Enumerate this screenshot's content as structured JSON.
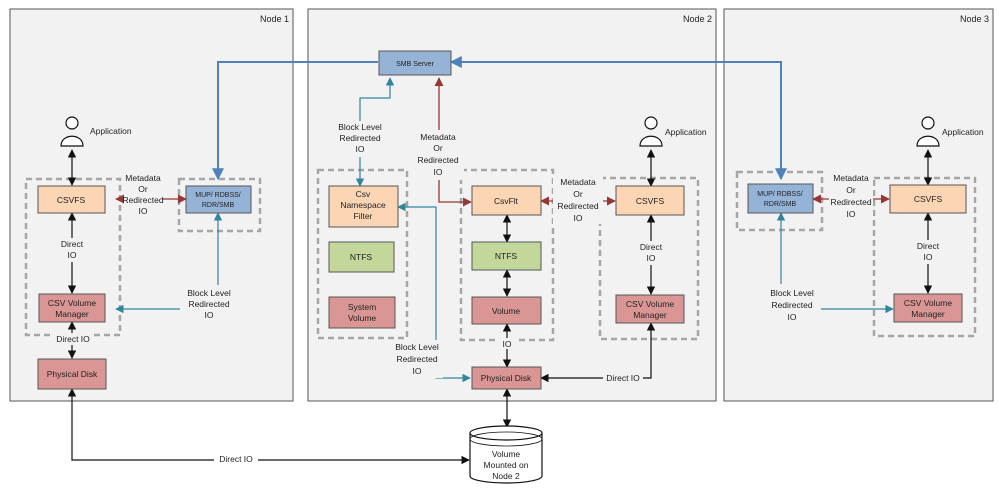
{
  "colors": {
    "panel_fill": "#f2f2f2",
    "orange_box": "#fcd5b4",
    "blue_box": "#95b3d7",
    "green_box": "#c4d79b",
    "red_box": "#da9694",
    "blue_link": "#4f81bd",
    "teal_link": "#31859c",
    "red_link": "#953735",
    "black_link": "#111111"
  },
  "nodes": {
    "node1": {
      "title": "Node 1"
    },
    "node2": {
      "title": "Node 2"
    },
    "node3": {
      "title": "Node 3"
    }
  },
  "components": {
    "smb_server": "SMB Server",
    "n1_application": "Application",
    "n1_csvfs": "CSVFS",
    "n1_mup": [
      "MUP/ RDBSS/",
      "RDR/SMB"
    ],
    "n1_csv_volume_manager": [
      "CSV Volume",
      "Manager"
    ],
    "n1_physical_disk": "Physical Disk",
    "n2_csv_namespace_filter": [
      "Csv",
      "Namespace",
      "Filter"
    ],
    "n2_ntfs_left": "NTFS",
    "n2_system_volume": [
      "System",
      "Volume"
    ],
    "n2_csvflt": "CsvFlt",
    "n2_ntfs_center": "NTFS",
    "n2_volume": "Volume",
    "n2_physical_disk": "Physical Disk",
    "n2_application": "Application",
    "n2_csvfs": "CSVFS",
    "n2_csv_volume_manager": [
      "CSV Volume",
      "Manager"
    ],
    "n3_application": "Application",
    "n3_mup": [
      "MUP/ RDBSS/",
      "RDR/SMB"
    ],
    "n3_csvfs": "CSVFS",
    "n3_csv_volume_manager": [
      "CSV Volume",
      "Manager"
    ],
    "volume_cylinder": [
      "Volume",
      "Mounted on",
      "Node 2"
    ]
  },
  "labels": {
    "metadata_or_redirected_io": [
      "Metadata",
      "Or",
      "Redirected",
      "IO"
    ],
    "direct_io_stacked": [
      "Direct",
      "IO"
    ],
    "direct_io": "Direct IO",
    "block_level_redirected_io": [
      "Block Level",
      "Redirected",
      "IO"
    ],
    "io": "IO"
  }
}
